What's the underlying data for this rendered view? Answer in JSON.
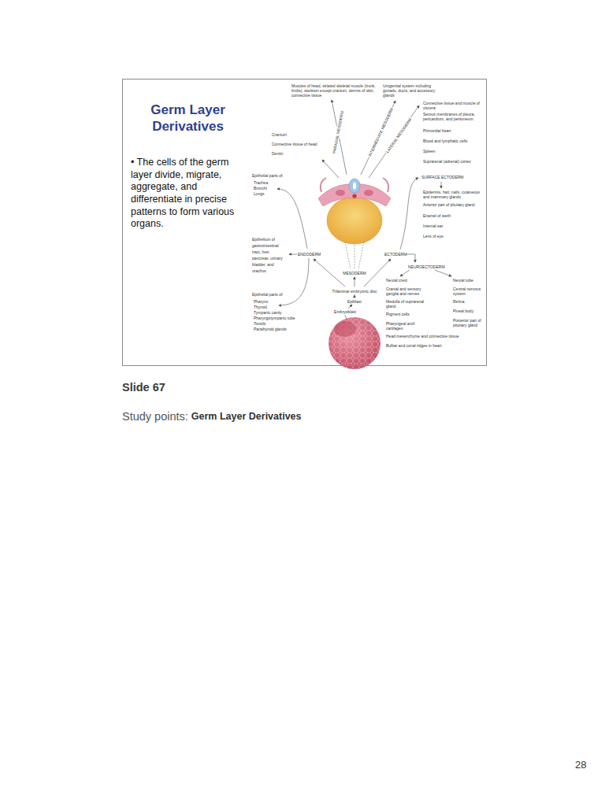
{
  "diagram": {
    "nodes": [
      {
        "text": [
          "Germ Layer Derivatives",
          "• The cells of the germ layer divide, migrate, aggregate, and differentiate in precise patterns to form various organs."
        ]
      }
    ],
    "labels": [
      "Muscles of head, striated skeletal muscle (trunk, limbs), skeleton except cranium, dermis of skin, connective tissue",
      "Urogenital system including gonads, ducts, and accessory glands",
      "Cranium",
      "Connective tissue of head",
      "Dentin",
      "Connective tissue and muscle of viscera",
      "Serous membranes of pleura, pericardium, and peritoneum",
      "Primordial heart",
      "Blood and lymphatic cells",
      "Spleen",
      "Suprarenal (adrenal) cortex",
      "PARAXIAL MESODERM",
      "INTERMEDIATE MESODERM",
      "LATERAL MESODERM",
      "Epithelial parts of:",
      "Trachea",
      "Bronchi",
      "Lungs",
      "SURFACE ECTODERM",
      "Epidermis, hair, nails, cutaneous and mammary glands",
      "Anterior part of pituitary gland",
      "Enamel of teeth",
      "Internal ear",
      "Lens of eye",
      "Epithelium of gastrointestinal tract, liver, pancreas, urinary bladder, and urachus",
      "ENDODERM",
      "ECTODERM",
      "NEUROECTODERM",
      "MESODERM",
      "Neural crest",
      "Neural tube",
      "Trilaminar embryonic disc",
      "Cranial and sensory ganglia and nerves",
      "Central nervous system",
      "Epithelial parts of:",
      "Pharynx",
      "Thyroid",
      "Tympanic cavity",
      "Pharyngotympanic tube",
      "Tonsils",
      "Parathyroid glands",
      "Epiblast",
      "Medulla of suprarenal gland",
      "Retina",
      "Embryoblast",
      "Pineal body",
      "Pigment cells",
      "Posterior part of pituitary gland",
      "Pharyngeal arch cartilages",
      "Head mesenchyme and connective tissue",
      "Bulbar and conal ridges in heart",
      "Slide 67",
      "Study points:",
      "Germ Layer Derivatives",
      "28"
    ]
  }
}
